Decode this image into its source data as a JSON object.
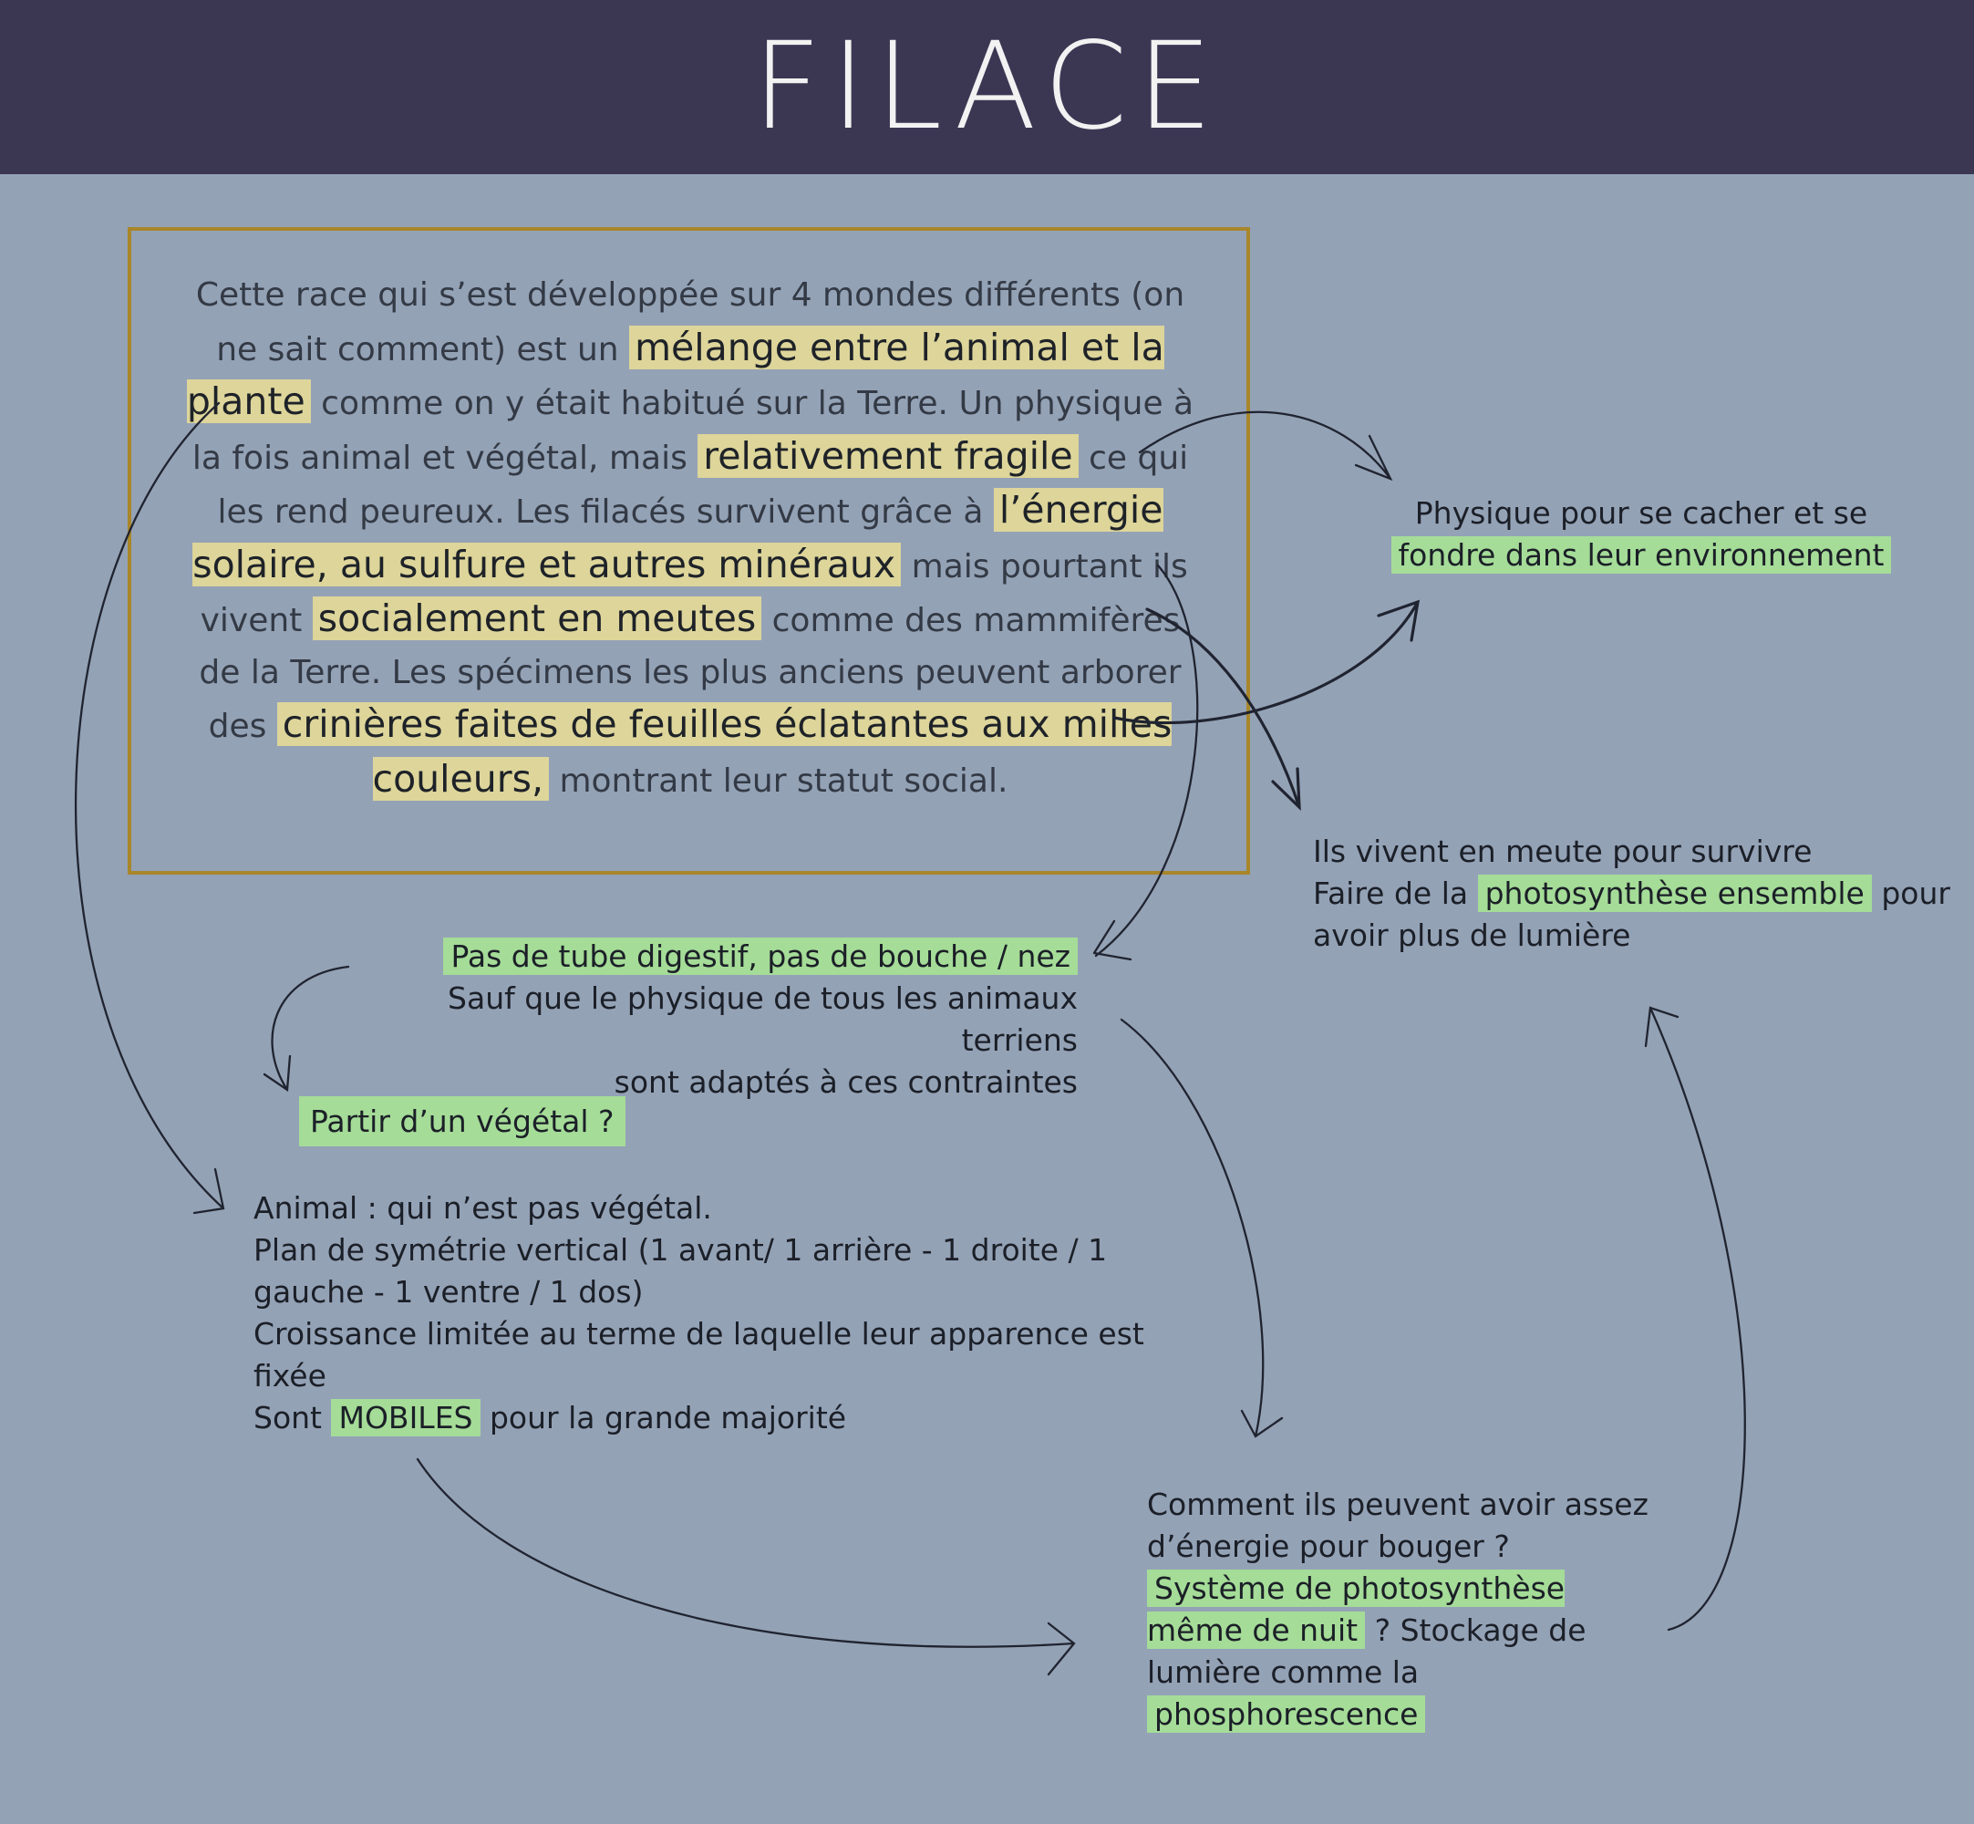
{
  "title": "FILACE",
  "intro": {
    "t1": "Cette race qui s’est développée sur 4 mondes différents (on ne sait comment) est un ",
    "h1": "mélange entre l’animal et la plante",
    "t2": " comme on y était habitué sur la Terre. Un physique à la fois animal et végétal, mais ",
    "h2": "relativement fragile",
    "t3": " ce qui les rend peureux. Les filacés survivent grâce à ",
    "h3": "l’énergie solaire, au sulfure et autres minéraux",
    "t4": " mais pourtant ils vivent ",
    "h4": "socialement en meutes",
    "t5": " comme des mammifères de la Terre. Les spécimens les plus anciens peuvent arborer des ",
    "h5": "crinières faites de feuilles éclatantes aux milles couleurs,",
    "t6": " montrant leur statut social."
  },
  "camouflage": {
    "line1": "Physique pour se cacher et se",
    "highlight": "fondre dans leur environnement"
  },
  "pack": {
    "line1": "Ils vivent en meute pour survivre",
    "pre": "Faire de la ",
    "highlight": "photosynthèse ensemble",
    "post": " pour avoir plus de lumière"
  },
  "digestive": {
    "highlight": "Pas de tube digestif, pas de bouche / nez",
    "line2": "Sauf que le physique de tous les animaux terriens",
    "line3": "sont adaptés à ces contraintes"
  },
  "vegetal": {
    "label": "Partir d’un végétal ?"
  },
  "animal": {
    "line1": "Animal : qui n’est pas végétal.",
    "line2": "Plan de symétrie vertical (1 avant/ 1 arrière - 1 droite / 1 gauche - 1 ventre / 1 dos)",
    "line3": "Croissance limitée au terme de laquelle leur apparence est fixée",
    "pre4": "Sont ",
    "highlight": "MOBILES",
    "post4": " pour la grande majorité"
  },
  "energy": {
    "line1": "Comment ils peuvent avoir assez d’énergie pour bouger ?",
    "highlight1": "Système de photosynthèse même de nuit",
    "mid": " ? Stockage de lumière comme la ",
    "highlight2": "phosphorescence"
  }
}
